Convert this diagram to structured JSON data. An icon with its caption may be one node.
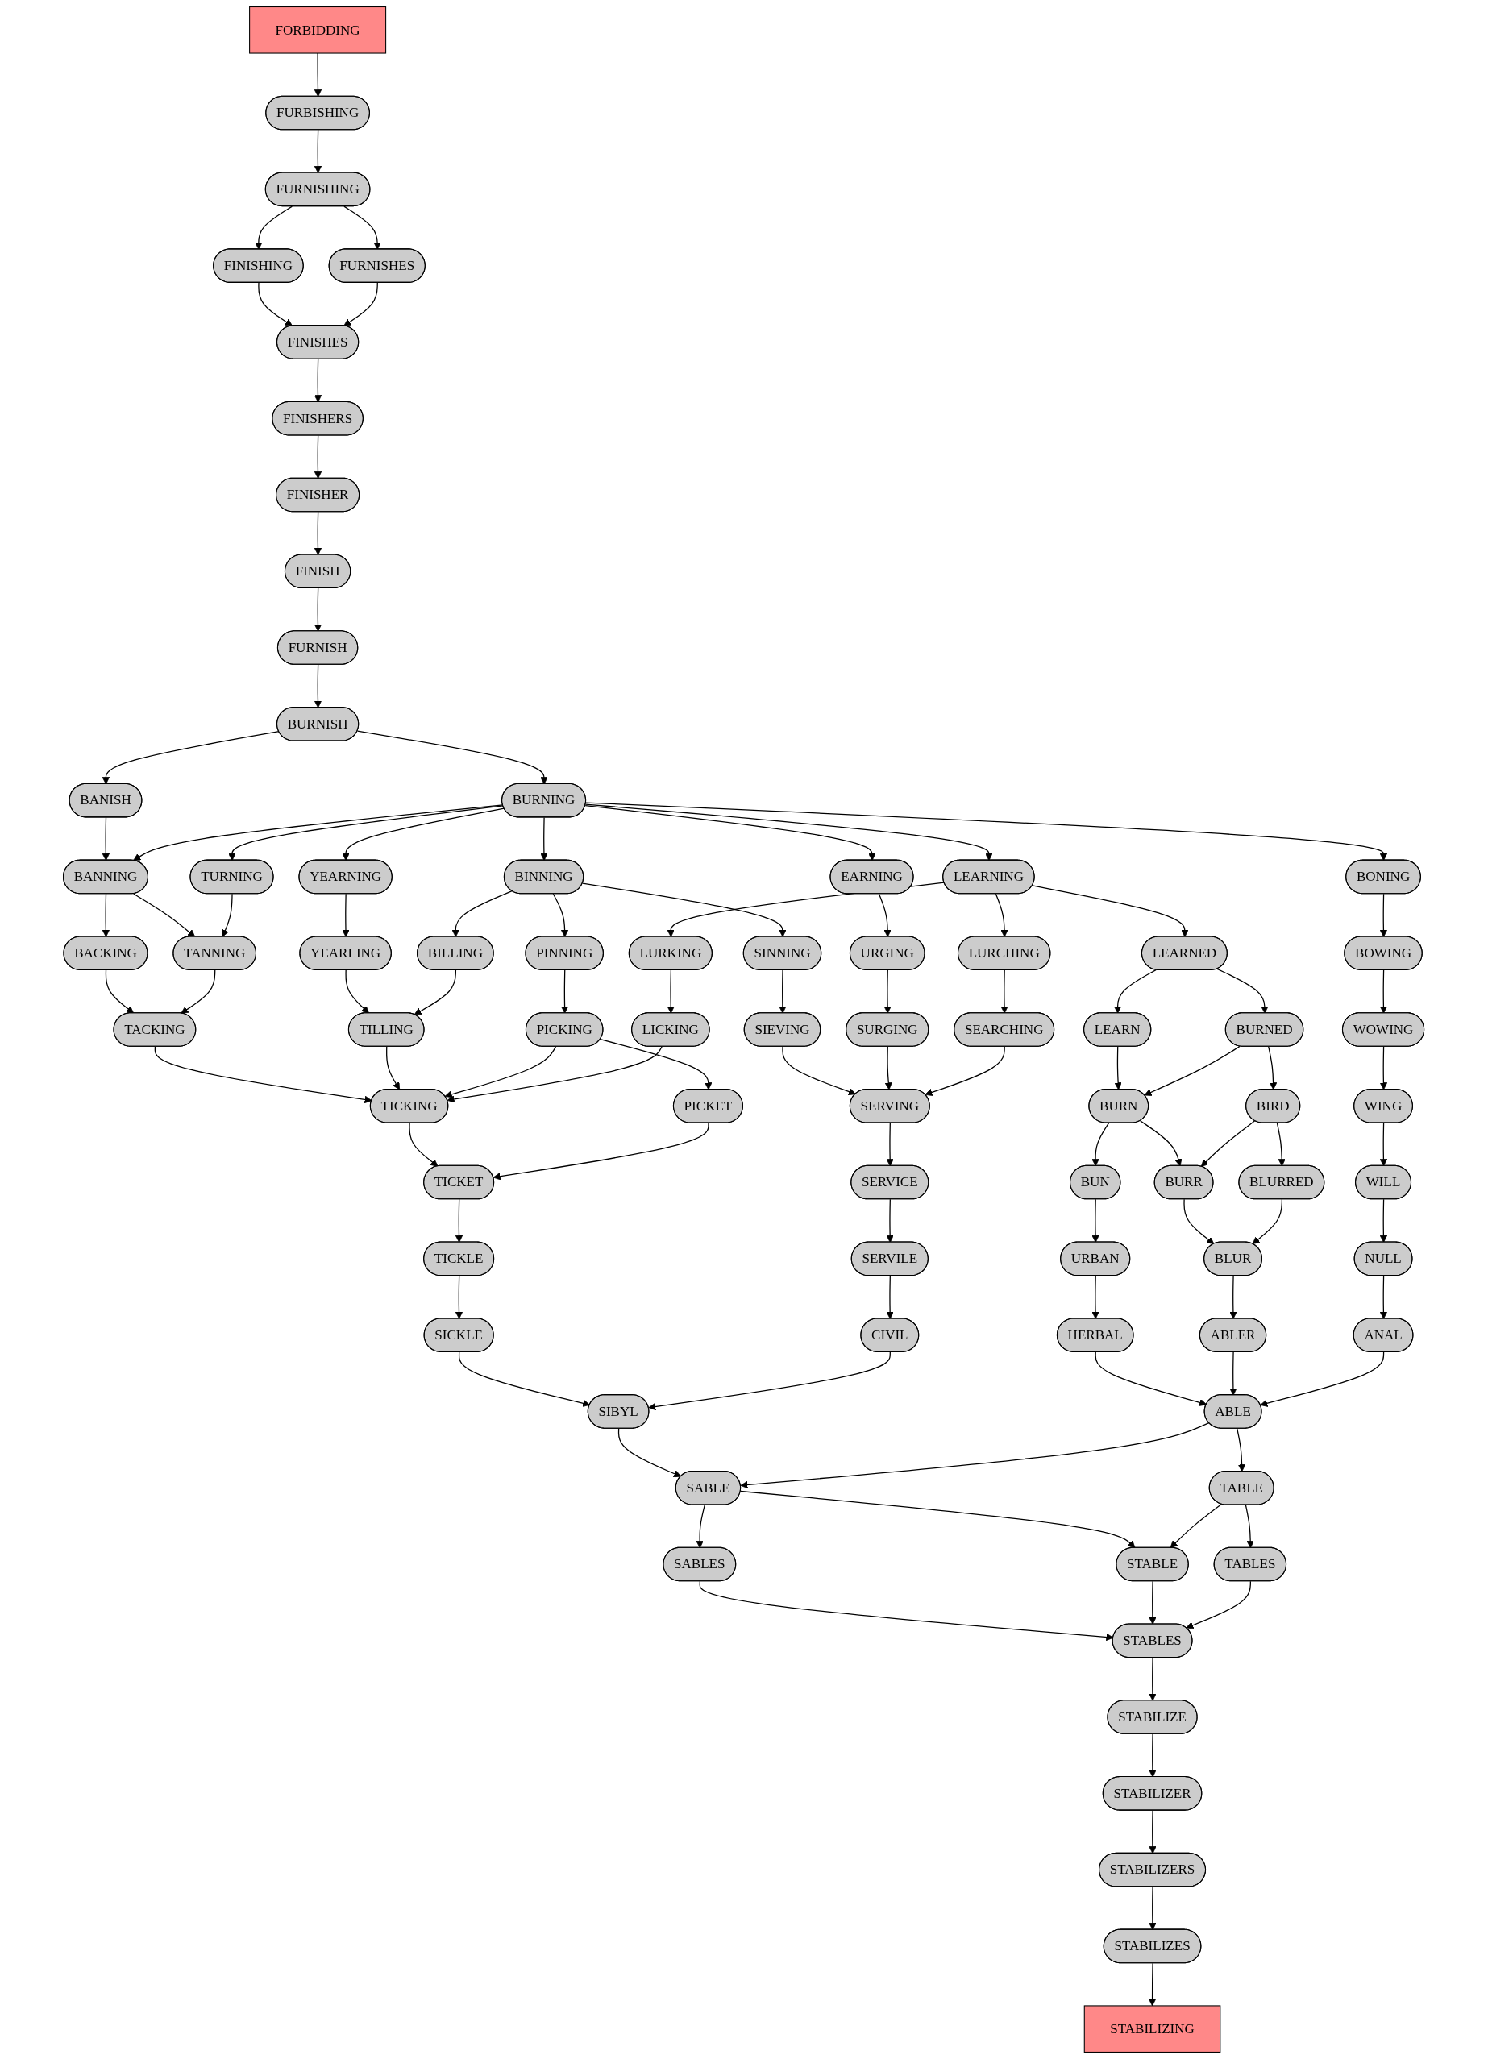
{
  "diagram": {
    "nodes": [
      {
        "text": [
          "FORBIDDING"
        ]
      },
      {
        "text": [
          "FURBISHING"
        ]
      },
      {
        "text": [
          "FURNISHING"
        ]
      },
      {
        "text": [
          "FINISHING"
        ]
      },
      {
        "text": [
          "FURNISHES"
        ]
      },
      {
        "text": [
          "FINISHES"
        ]
      },
      {
        "text": [
          "FINISHERS"
        ]
      },
      {
        "text": [
          "FINISHER"
        ]
      },
      {
        "text": [
          "FINISH"
        ]
      },
      {
        "text": [
          "FURNISH"
        ]
      },
      {
        "text": [
          "BURNISH"
        ]
      },
      {
        "text": [
          "BANISH"
        ]
      },
      {
        "text": [
          "BURNING"
        ]
      },
      {
        "text": [
          "BANNING"
        ]
      },
      {
        "text": [
          "TURNING"
        ]
      },
      {
        "text": [
          "YEARNING"
        ]
      },
      {
        "text": [
          "BINNING"
        ]
      },
      {
        "text": [
          "EARNING"
        ]
      },
      {
        "text": [
          "LEARNING"
        ]
      },
      {
        "text": [
          "BONING"
        ]
      },
      {
        "text": [
          "BACKING"
        ]
      },
      {
        "text": [
          "TANNING"
        ]
      },
      {
        "text": [
          "YEARLING"
        ]
      },
      {
        "text": [
          "BILLING"
        ]
      },
      {
        "text": [
          "PINNING"
        ]
      },
      {
        "text": [
          "SINNING"
        ]
      },
      {
        "text": [
          "URGING"
        ]
      },
      {
        "text": [
          "LURKING"
        ]
      },
      {
        "text": [
          "LURCHING"
        ]
      },
      {
        "text": [
          "LEARNED"
        ]
      },
      {
        "text": [
          "BOWING"
        ]
      },
      {
        "text": [
          "TACKING"
        ]
      },
      {
        "text": [
          "TILLING"
        ]
      },
      {
        "text": [
          "PICKING"
        ]
      },
      {
        "text": [
          "SIEVING"
        ]
      },
      {
        "text": [
          "SURGING"
        ]
      },
      {
        "text": [
          "LICKING"
        ]
      },
      {
        "text": [
          "SEARCHING"
        ]
      },
      {
        "text": [
          "LEARN"
        ]
      },
      {
        "text": [
          "BURNED"
        ]
      },
      {
        "text": [
          "WOWING"
        ]
      },
      {
        "text": [
          "TICKING"
        ]
      },
      {
        "text": [
          "PICKET"
        ]
      },
      {
        "text": [
          "SERVING"
        ]
      },
      {
        "text": [
          "BURN"
        ]
      },
      {
        "text": [
          "BIRD"
        ]
      },
      {
        "text": [
          "WING"
        ]
      },
      {
        "text": [
          "TICKET"
        ]
      },
      {
        "text": [
          "SERVICE"
        ]
      },
      {
        "text": [
          "BUN"
        ]
      },
      {
        "text": [
          "BURR"
        ]
      },
      {
        "text": [
          "BLURRED"
        ]
      },
      {
        "text": [
          "WILL"
        ]
      },
      {
        "text": [
          "TICKLE"
        ]
      },
      {
        "text": [
          "SERVILE"
        ]
      },
      {
        "text": [
          "URBAN"
        ]
      },
      {
        "text": [
          "BLUR"
        ]
      },
      {
        "text": [
          "NULL"
        ]
      },
      {
        "text": [
          "SICKLE"
        ]
      },
      {
        "text": [
          "CIVIL"
        ]
      },
      {
        "text": [
          "HERBAL"
        ]
      },
      {
        "text": [
          "ABLER"
        ]
      },
      {
        "text": [
          "ANAL"
        ]
      },
      {
        "text": [
          "SIBYL"
        ]
      },
      {
        "text": [
          "ABLE"
        ]
      },
      {
        "text": [
          "SABLE"
        ]
      },
      {
        "text": [
          "TABLE"
        ]
      },
      {
        "text": [
          "SABLES"
        ]
      },
      {
        "text": [
          "STABLE"
        ]
      },
      {
        "text": [
          "TABLES"
        ]
      },
      {
        "text": [
          "STABLES"
        ]
      },
      {
        "text": [
          "STABILIZE"
        ]
      },
      {
        "text": [
          "STABILIZER"
        ]
      },
      {
        "text": [
          "STABILIZERS"
        ]
      },
      {
        "text": [
          "STABILIZES"
        ]
      },
      {
        "text": [
          "STABILIZING"
        ]
      }
    ],
    "edges": [
      {
        "from": 0,
        "to": 1,
        "arrow": "to"
      },
      {
        "from": 1,
        "to": 2,
        "arrow": "to"
      },
      {
        "from": 2,
        "to": 3,
        "arrow": "to"
      },
      {
        "from": 2,
        "to": 4,
        "arrow": "to"
      },
      {
        "from": 3,
        "to": 5,
        "arrow": "to"
      },
      {
        "from": 4,
        "to": 5,
        "arrow": "to"
      },
      {
        "from": 5,
        "to": 6,
        "arrow": "to"
      },
      {
        "from": 6,
        "to": 7,
        "arrow": "to"
      },
      {
        "from": 7,
        "to": 8,
        "arrow": "to"
      },
      {
        "from": 8,
        "to": 9,
        "arrow": "to"
      },
      {
        "from": 9,
        "to": 10,
        "arrow": "to"
      },
      {
        "from": 10,
        "to": 11,
        "arrow": "to"
      },
      {
        "from": 10,
        "to": 12,
        "arrow": "to"
      },
      {
        "from": 11,
        "to": 13,
        "arrow": "to"
      },
      {
        "from": 12,
        "to": 13,
        "arrow": "to"
      },
      {
        "from": 12,
        "to": 14,
        "arrow": "to"
      },
      {
        "from": 12,
        "to": 15,
        "arrow": "to"
      },
      {
        "from": 12,
        "to": 16,
        "arrow": "to"
      },
      {
        "from": 12,
        "to": 17,
        "arrow": "to"
      },
      {
        "from": 12,
        "to": 18,
        "arrow": "to"
      },
      {
        "from": 12,
        "to": 19,
        "arrow": "to"
      },
      {
        "from": 13,
        "to": 20,
        "arrow": "to"
      },
      {
        "from": 13,
        "to": 21,
        "arrow": "to"
      },
      {
        "from": 14,
        "to": 21,
        "arrow": "to"
      },
      {
        "from": 15,
        "to": 22,
        "arrow": "to"
      },
      {
        "from": 16,
        "to": 23,
        "arrow": "to"
      },
      {
        "from": 16,
        "to": 24,
        "arrow": "to"
      },
      {
        "from": 16,
        "to": 25,
        "arrow": "to"
      },
      {
        "from": 17,
        "to": 26,
        "arrow": "to"
      },
      {
        "from": 18,
        "to": 27,
        "arrow": "to"
      },
      {
        "from": 18,
        "to": 28,
        "arrow": "to"
      },
      {
        "from": 18,
        "to": 29,
        "arrow": "to"
      },
      {
        "from": 19,
        "to": 30,
        "arrow": "to"
      },
      {
        "from": 20,
        "to": 31,
        "arrow": "to"
      },
      {
        "from": 21,
        "to": 31,
        "arrow": "to"
      },
      {
        "from": 22,
        "to": 32,
        "arrow": "to"
      },
      {
        "from": 23,
        "to": 32,
        "arrow": "to"
      },
      {
        "from": 24,
        "to": 33,
        "arrow": "to"
      },
      {
        "from": 25,
        "to": 34,
        "arrow": "to"
      },
      {
        "from": 26,
        "to": 35,
        "arrow": "to"
      },
      {
        "from": 27,
        "to": 36,
        "arrow": "to"
      },
      {
        "from": 28,
        "to": 37,
        "arrow": "to"
      },
      {
        "from": 29,
        "to": 38,
        "arrow": "to"
      },
      {
        "from": 29,
        "to": 39,
        "arrow": "to"
      },
      {
        "from": 30,
        "to": 40,
        "arrow": "to"
      },
      {
        "from": 31,
        "to": 41,
        "arrow": "to"
      },
      {
        "from": 32,
        "to": 41,
        "arrow": "to"
      },
      {
        "from": 33,
        "to": 41,
        "arrow": "to"
      },
      {
        "from": 33,
        "to": 42,
        "arrow": "to"
      },
      {
        "from": 36,
        "to": 41,
        "arrow": "to"
      },
      {
        "from": 34,
        "to": 43,
        "arrow": "to"
      },
      {
        "from": 35,
        "to": 43,
        "arrow": "to"
      },
      {
        "from": 37,
        "to": 43,
        "arrow": "to"
      },
      {
        "from": 38,
        "to": 44,
        "arrow": "to"
      },
      {
        "from": 39,
        "to": 44,
        "arrow": "to"
      },
      {
        "from": 39,
        "to": 45,
        "arrow": "to"
      },
      {
        "from": 40,
        "to": 46,
        "arrow": "to"
      },
      {
        "from": 41,
        "to": 47,
        "arrow": "to"
      },
      {
        "from": 42,
        "to": 47,
        "arrow": "to"
      },
      {
        "from": 43,
        "to": 48,
        "arrow": "to"
      },
      {
        "from": 44,
        "to": 49,
        "arrow": "to"
      },
      {
        "from": 44,
        "to": 50,
        "arrow": "to"
      },
      {
        "from": 45,
        "to": 50,
        "arrow": "to"
      },
      {
        "from": 45,
        "to": 51,
        "arrow": "to"
      },
      {
        "from": 46,
        "to": 52,
        "arrow": "to"
      },
      {
        "from": 47,
        "to": 53,
        "arrow": "to"
      },
      {
        "from": 48,
        "to": 54,
        "arrow": "to"
      },
      {
        "from": 49,
        "to": 55,
        "arrow": "to"
      },
      {
        "from": 50,
        "to": 56,
        "arrow": "to"
      },
      {
        "from": 51,
        "to": 56,
        "arrow": "to"
      },
      {
        "from": 52,
        "to": 57,
        "arrow": "to"
      },
      {
        "from": 53,
        "to": 58,
        "arrow": "to"
      },
      {
        "from": 54,
        "to": 59,
        "arrow": "to"
      },
      {
        "from": 55,
        "to": 60,
        "arrow": "to"
      },
      {
        "from": 56,
        "to": 61,
        "arrow": "to"
      },
      {
        "from": 57,
        "to": 62,
        "arrow": "to"
      },
      {
        "from": 58,
        "to": 63,
        "arrow": "to"
      },
      {
        "from": 59,
        "to": 63,
        "arrow": "to"
      },
      {
        "from": 60,
        "to": 64,
        "arrow": "to"
      },
      {
        "from": 61,
        "to": 64,
        "arrow": "to"
      },
      {
        "from": 62,
        "to": 64,
        "arrow": "to"
      },
      {
        "from": 63,
        "to": 65,
        "arrow": "to"
      },
      {
        "from": 64,
        "to": 65,
        "arrow": "to"
      },
      {
        "from": 64,
        "to": 66,
        "arrow": "to"
      },
      {
        "from": 65,
        "to": 67,
        "arrow": "to"
      },
      {
        "from": 65,
        "to": 68,
        "arrow": "to"
      },
      {
        "from": 66,
        "to": 68,
        "arrow": "to"
      },
      {
        "from": 66,
        "to": 69,
        "arrow": "to"
      },
      {
        "from": 67,
        "to": 70,
        "arrow": "to"
      },
      {
        "from": 68,
        "to": 70,
        "arrow": "to"
      },
      {
        "from": 69,
        "to": 70,
        "arrow": "to"
      },
      {
        "from": 70,
        "to": 71,
        "arrow": "to"
      },
      {
        "from": 71,
        "to": 72,
        "arrow": "to"
      },
      {
        "from": 72,
        "to": 73,
        "arrow": "to"
      },
      {
        "from": 73,
        "to": 74,
        "arrow": "to"
      },
      {
        "from": 74,
        "to": 75,
        "arrow": "to"
      }
    ]
  }
}
